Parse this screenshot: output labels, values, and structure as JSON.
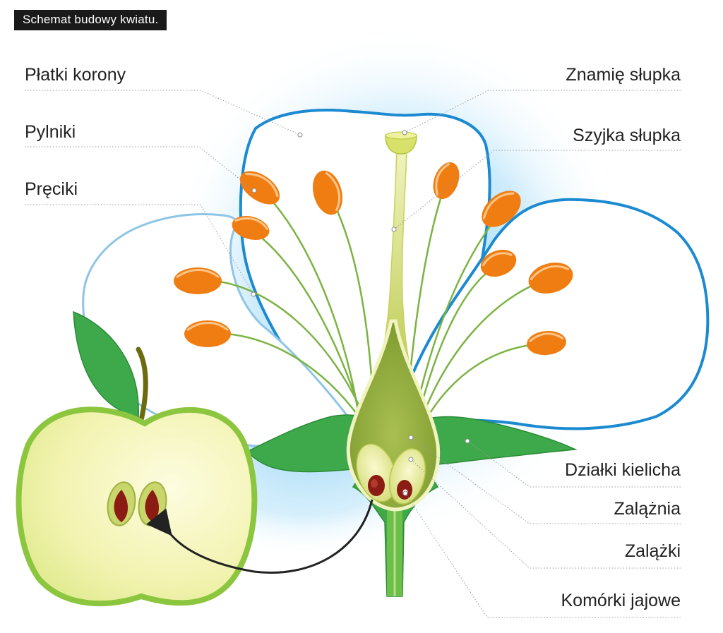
{
  "title": "Schemat budowy kwiatu.",
  "labels": {
    "platki_korony": "Płatki korony",
    "pylniki": "Pylniki",
    "preciki": "Pręciki",
    "znamie_slupka": "Znamię słupka",
    "szyjka_slupka": "Szyjka słupka",
    "dzialki_kielicha": "Działki kielicha",
    "zalaznia": "Zalążnia",
    "zalazki": "Zalążki",
    "komorki_jajowe": "Komórki jajowe"
  },
  "colors": {
    "glow": "#9fd8f5",
    "petal_fill": "#ffffff",
    "petal_edge": "#1b8ad0",
    "anther": "#f07d12",
    "filament": "#7cb342",
    "sepal": "#3ea94a",
    "pistil": "#c9d96a",
    "ovary": "#8aa83a",
    "apple_flesh": "#f6f5b8",
    "apple_skin": "#8cc63f",
    "seed": "#8b1c14",
    "leaf": "#3ea94a",
    "stem": "#6b6b10",
    "arrow": "#222222"
  },
  "icons": [
    "flower-diagram",
    "apple-cross-section-icon",
    "leaf-icon",
    "arrow-icon"
  ]
}
